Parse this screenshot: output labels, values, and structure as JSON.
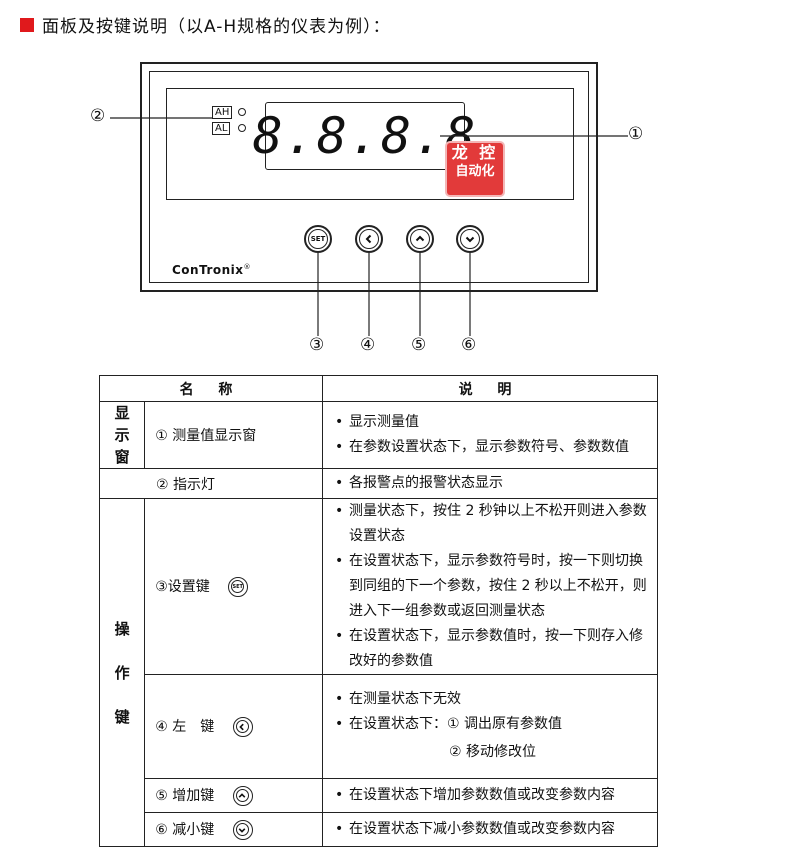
{
  "heading": "面板及按键说明（以A-H规格的仪表为例）：",
  "panel": {
    "display_value": "8.8.8.8",
    "indicator_ah": "AH",
    "indicator_al": "AL",
    "brand": "ConTronix",
    "brand_mark": "®",
    "key_set_label": "SET",
    "callouts": [
      "①",
      "②",
      "③",
      "④",
      "⑤",
      "⑥"
    ],
    "watermark": [
      "龙 控",
      "自动化"
    ]
  },
  "table": {
    "headers": [
      "名 称",
      "说 明"
    ],
    "cat_display": "显示窗",
    "cat_ops": "操作键",
    "rows": [
      {
        "name": "① 测量值显示窗",
        "items": [
          "显示测量值",
          "在参数设置状态下，显示参数符号、参数数值"
        ]
      },
      {
        "name": "② 指示灯",
        "items": [
          "各报警点的报警状态显示"
        ]
      },
      {
        "name": "③设置键",
        "icon": "set-key-icon",
        "items": [
          "测量状态下，按住 2 秒钟以上不松开则进入参数设置状态",
          "在设置状态下，显示参数符号时，按一下则切换到同组的下一个参数，按住 2 秒以上不松开，则进入下一组参数或返回测量状态",
          "在设置状态下，显示参数值时，按一下则存入修改好的参数值"
        ]
      },
      {
        "name": "④ 左　键",
        "icon": "left-arrow-icon",
        "items": [
          "在测量状态下无效",
          "在设置状态下：① 调出原有参数值"
        ],
        "sub": "② 移动修改位"
      },
      {
        "name": "⑤ 增加键",
        "icon": "up-arrow-icon",
        "items": [
          "在设置状态下增加参数数值或改变参数内容"
        ]
      },
      {
        "name": "⑥ 减小键",
        "icon": "down-arrow-icon",
        "items": [
          "在设置状态下减小参数数值或改变参数内容"
        ]
      }
    ]
  },
  "colors": {
    "accent": "#e0191c",
    "stamp": "#e23a3a"
  }
}
